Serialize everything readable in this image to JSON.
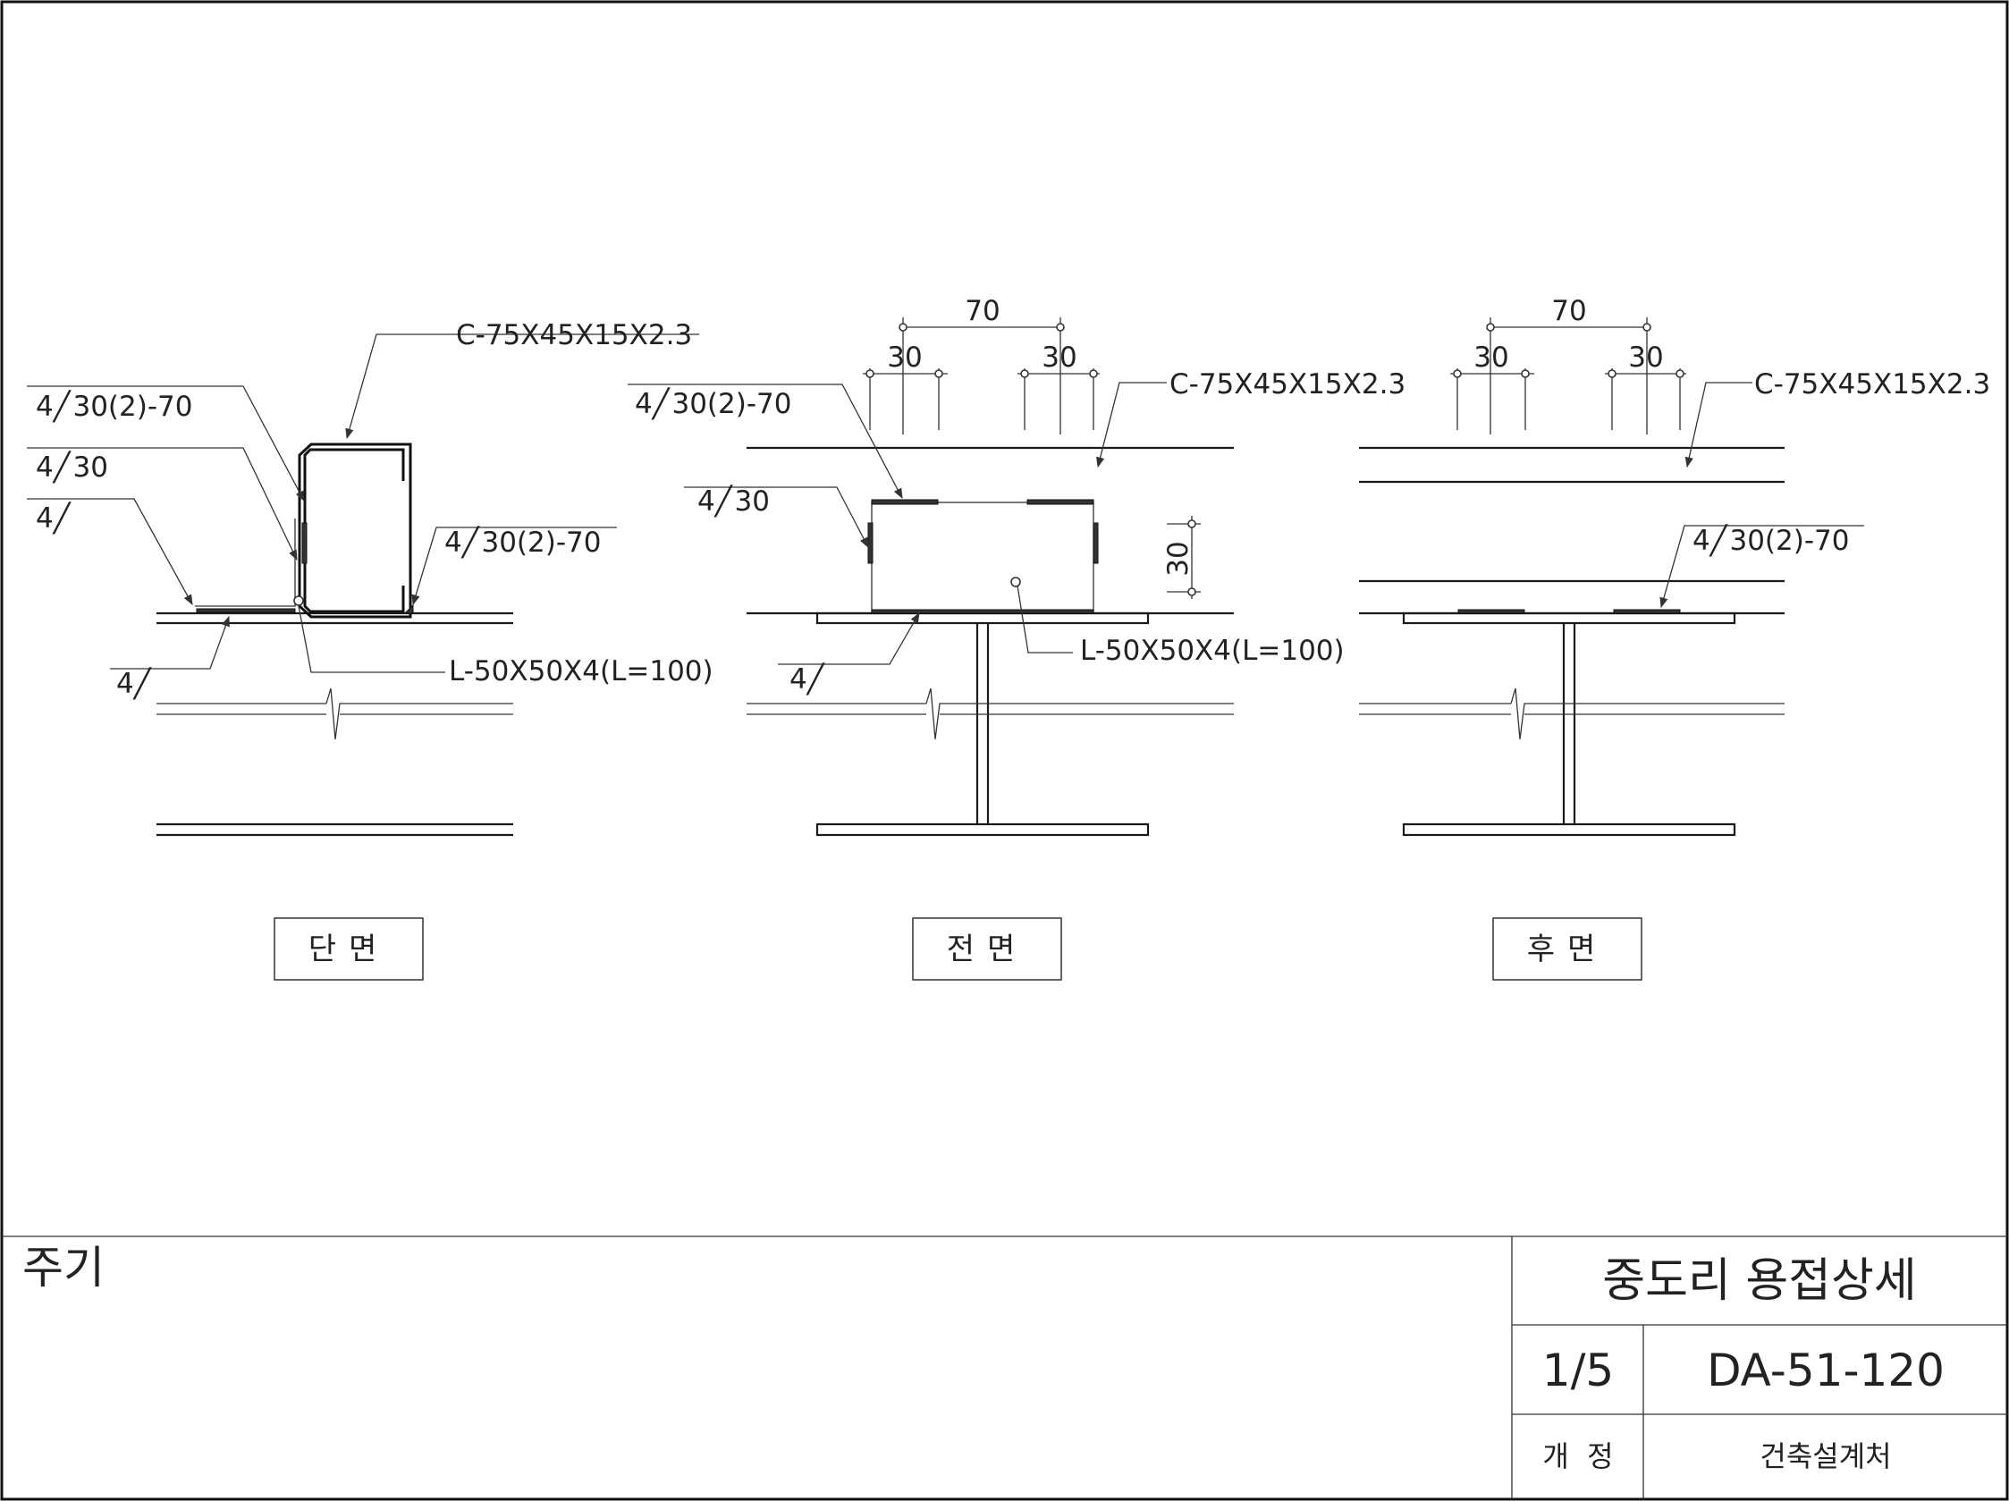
{
  "section": {
    "c_label": "C-75X45X15X2.3",
    "weld_top": "4╱ 30(2)-70",
    "weld_mid": "4╱ 30",
    "weld_fillet": "4╱",
    "weld_right": "4╱ 30(2)-70",
    "weld_bottom": "4╱",
    "angle_label": "L-50X50X4(L=100)",
    "caption": "단면"
  },
  "front": {
    "dim_total": "70",
    "dim_left": "30",
    "dim_right": "30",
    "dim_vertical": "30",
    "weld_top": "4╱ 30(2)-70",
    "weld_side": "4╱ 30",
    "c_label": "C-75X45X15X2.3",
    "angle_label": "L-50X50X4(L=100)",
    "weld_bottom": "4╱",
    "caption": "전면"
  },
  "rear": {
    "dim_total": "70",
    "dim_left": "30",
    "dim_right": "30",
    "c_label": "C-75X45X15X2.3",
    "weld_label": "4╱ 30(2)-70",
    "caption": "후면"
  },
  "title_block": {
    "notes_label": "주기",
    "title": "중도리 용접상세",
    "sheet": "1/5",
    "drawing_no": "DA-51-120",
    "revision_label": "개  정",
    "office": "건축설계처"
  }
}
